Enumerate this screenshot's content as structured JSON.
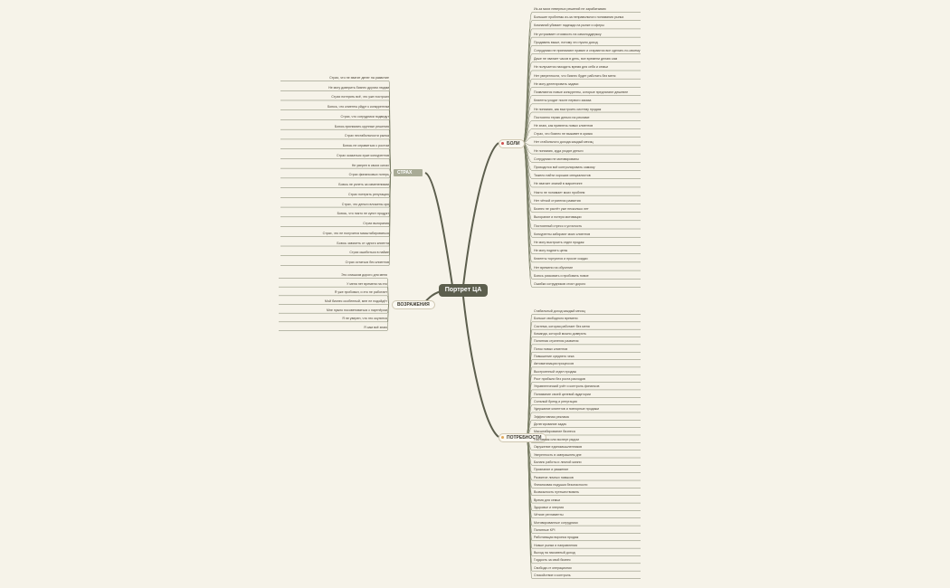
{
  "root": {
    "label": "Портрет ЦА"
  },
  "colors": {
    "background": "#f6f3e9",
    "root_fill": "#5c5e4d",
    "line": "#7a7e66",
    "boli_dot": "#d04f4f",
    "potr_dot": "#e0a85a"
  },
  "branches": {
    "boli": {
      "label": "БОЛИ",
      "items": [
        "Из-за моих неверных решений не зарабатываю",
        "Большие проблемы из-за неправильного понимания рынка",
        "Компаний убивает надежда на рынке и сферы",
        "Не устраивает стоимость на самоподдержку",
        "Продавать выше, потому что нужно доход",
        "Сотрудники не принимают правил и стараются все сделать по-своему",
        "Даже не хватает часов в день, все времени делаю сам",
        "Не получается находить время для себя и семьи",
        "Нет уверенности, что бизнес будет работать без меня",
        "Не могу делегировать задачи",
        "Появляются новые конкуренты, которые предлагают дешевле",
        "Клиенты уходят после первого заказа",
        "Не понимаю, как выстроить систему продаж",
        "Постоянно теряю деньги на рекламе",
        "Не знаю, как привлечь новых клиентов",
        "Страх, что бизнес не выживет в кризис",
        "Нет стабильного дохода каждый месяц",
        "Не понимаю, куда уходят деньги",
        "Сотрудники не мотивированы",
        "Приходится всё контролировать самому",
        "Тяжело найти хороших специалистов",
        "Не хватает знаний в маркетинге",
        "Никто не понимает моих проблем",
        "Нет чёткой стратегии развития",
        "Бизнес не растёт уже несколько лет",
        "Выгорание и потеря мотивации",
        "Постоянный стресс и усталость",
        "Конкуренты забирают моих клиентов",
        "Не могу выстроить отдел продаж",
        "Не могу поднять цены",
        "Клиенты торгуются и просят скидки",
        "Нет времени на обучение",
        "Боюсь рисковать и пробовать новое",
        "Ошибки сотрудников стоят дорого"
      ]
    },
    "strah": {
      "label": "СТРАХ",
      "items": [
        "Страх, что не хватит денег на развитие",
        "Не могу доверить бизнес другим людям",
        "Страх потерять всё, что уже построил",
        "Боюсь, что клиенты уйдут к конкурентам",
        "Страх, что сотрудники подведут",
        "Боюсь принимать крупные решения",
        "Страх нестабильности рынка",
        "Боюсь не справиться с ростом",
        "Страх оказаться хуже конкурентов",
        "Не уверен в своих силах",
        "Страх финансовых потерь",
        "Боюсь не успеть за изменениями",
        "Страх потерять репутацию",
        "Страх, что деньги вложены зря",
        "Боюсь, что никто не купит продукт",
        "Страх выгорания",
        "Страх, что не получится масштабироваться",
        "Боюсь зависеть от одного клиента",
        "Страх ошибиться в найме",
        "Страх остаться без клиентов"
      ]
    },
    "vozrazheniya": {
      "label": "ВОЗРАЖЕНИЯ",
      "items": [
        "Это слишком дорого для меня",
        "У меня нет времени на это",
        "Я уже пробовал, и это не работает",
        "Мой бизнес особенный, мне не подойдёт",
        "Мне нужно посоветоваться с партнёром",
        "Я не уверен, что это окупится",
        "Я сам всё знаю"
      ]
    },
    "potrebnosti": {
      "label": "ПОТРЕБНОСТИ",
      "items": [
        "Стабильный доход каждый месяц",
        "Больше свободного времени",
        "Система, которая работает без меня",
        "Команда, которой можно доверять",
        "Понятная стратегия развития",
        "Поток новых клиентов",
        "Повышение среднего чека",
        "Автоматизация процессов",
        "Выстроенный отдел продаж",
        "Рост прибыли без роста расходов",
        "Управленческий учёт и контроль финансов",
        "Понимание своей целевой аудитории",
        "Сильный бренд и репутация",
        "Удержание клиентов и повторные продажи",
        "Эффективная реклама",
        "Делегирование задач",
        "Масштабирование бизнеса",
        "Наставник или эксперт рядом",
        "Окружение единомышленников",
        "Уверенность в завтрашнем дне",
        "Баланс работы и личной жизни",
        "Признание и уважение",
        "Развитие личных навыков",
        "Финансовая подушка безопасности",
        "Возможность путешествовать",
        "Время для семьи",
        "Здоровье и энергия",
        "Чёткие регламенты",
        "Мотивированные сотрудники",
        "Понятные KPI",
        "Работающая воронка продаж",
        "Новые рынки и направления",
        "Выход на пассивный доход",
        "Гордость за свой бизнес",
        "Свобода от операционки",
        "Спокойствие и контроль"
      ]
    }
  }
}
